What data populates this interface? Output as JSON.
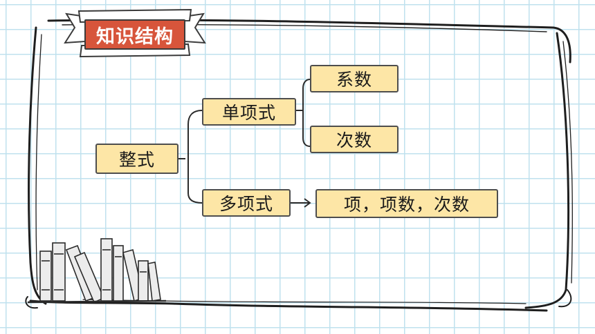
{
  "banner": {
    "title": "知识结构"
  },
  "tree": {
    "root": "整式",
    "monomial": {
      "label": "单项式",
      "children": [
        "系数",
        "次数"
      ]
    },
    "polynomial": {
      "label": "多项式",
      "detail": "项，项数，次数"
    }
  },
  "colors": {
    "node_fill": "#fde6a6",
    "node_border": "#4d4d4d",
    "banner_fill": "#d7553b",
    "grid_line": "#bfe1ee",
    "frame_stroke": "#1e1e1e"
  }
}
